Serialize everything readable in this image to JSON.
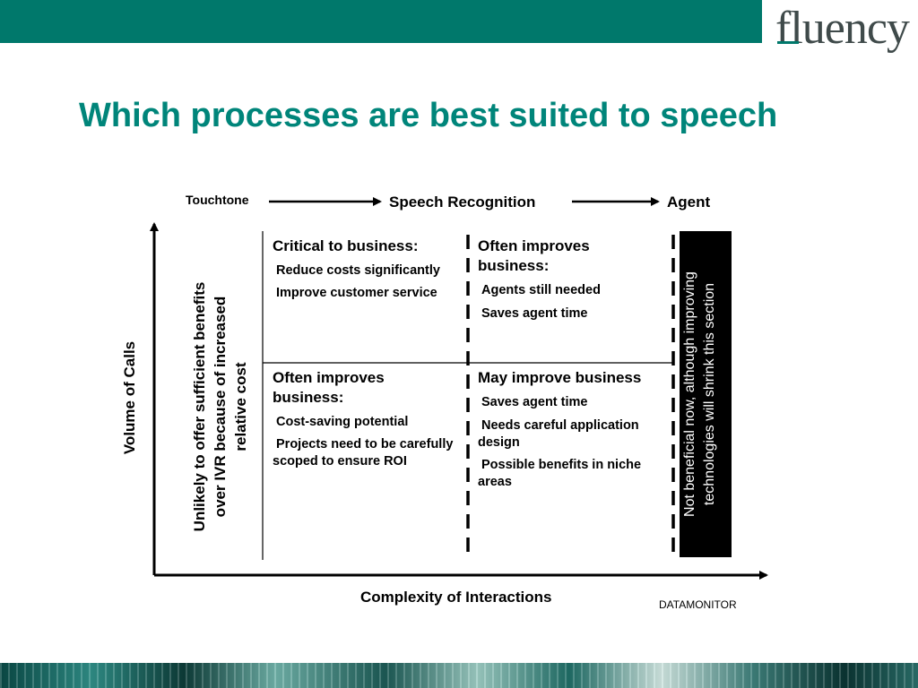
{
  "header": {
    "brand": "fluency",
    "title": "Which processes are best suited to speech"
  },
  "flow": {
    "touchtone": "Touchtone",
    "speech": "Speech Recognition",
    "agent": "Agent"
  },
  "axes": {
    "y_label": "Volume of Calls",
    "x_label": "Complexity of Interactions",
    "source": "DATAMONITOR"
  },
  "left_note": "Unlikely to offer sufficient benefits over IVR because of increased relative cost",
  "right_note": "Not beneficial now, although improving technologies will shrink this section",
  "cells": {
    "top_left": {
      "heading": "Critical to business:",
      "items": [
        "Reduce costs significantly",
        "Improve customer service"
      ]
    },
    "top_right": {
      "heading": "Often improves business:",
      "items": [
        "Agents still needed",
        "Saves agent time"
      ]
    },
    "bottom_left": {
      "heading": "Often improves business:",
      "items": [
        "Cost-saving potential",
        "Projects need to be carefully scoped to ensure ROI"
      ]
    },
    "bottom_right": {
      "heading": "May improve business",
      "items": [
        "Saves agent time",
        "Needs careful application design",
        "Possible benefits in niche areas"
      ]
    }
  }
}
